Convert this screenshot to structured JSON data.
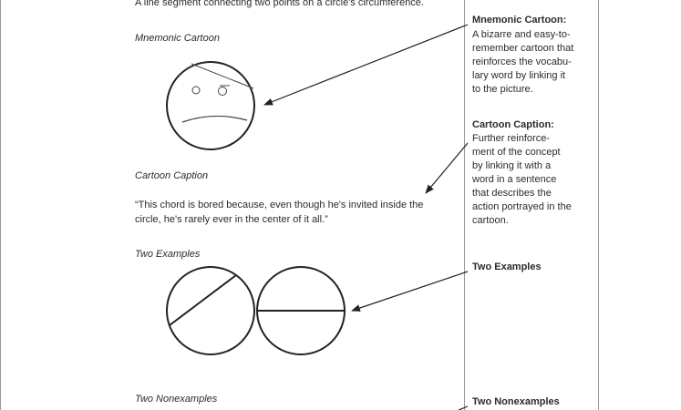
{
  "definition_text": "A line segment connecting two points on a circle's circumference.",
  "sections": {
    "mnemonic_cartoon": "Mnemonic Cartoon",
    "cartoon_caption": "Cartoon Caption",
    "two_examples": "Two Examples",
    "two_nonexamples": "Two Nonexamples"
  },
  "caption_quote": {
    "line1": "“This chord is bored because, even though he's invited inside the",
    "line2": "circle, he's rarely ever in the center of it all.”"
  },
  "annotations": {
    "mnemonic": {
      "title": "Mnemonic Cartoon:",
      "lines": [
        "A bizarre and easy-to-",
        "remember cartoon that",
        "reinforces the vocabu-",
        "lary word by linking it",
        "to the picture."
      ]
    },
    "caption": {
      "title": "Cartoon Caption:",
      "lines": [
        "Further reinforce-",
        "ment of the concept",
        "by linking it with a",
        "word in a sentence",
        "that describes the",
        "action portrayed in the",
        "cartoon."
      ]
    },
    "examples": {
      "title": "Two Examples"
    },
    "nonexamples": {
      "title": "Two Nonexamples"
    }
  }
}
